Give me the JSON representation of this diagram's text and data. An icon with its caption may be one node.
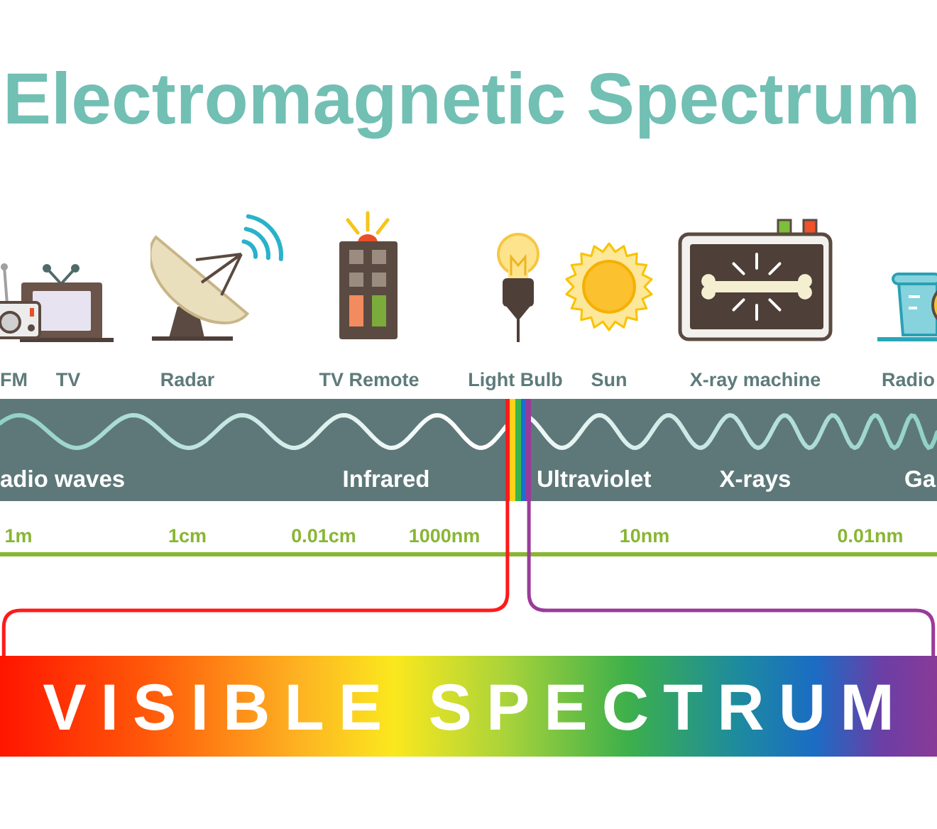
{
  "diagram": {
    "title": "Electromagnetic Spectrum",
    "nodes": [
      {
        "text": [
          "adio waves",
          "Infrared",
          "Ultraviolet",
          "X-rays",
          "Ga"
        ]
      },
      {
        "text": [],
        "shape": "bar",
        "in": 0
      },
      {
        "text": [
          "VISIBLE SPECTRUM"
        ]
      }
    ],
    "edges": [
      {
        "from": 1,
        "to": 2,
        "arrow": "none",
        "color": "#ff1a1a"
      },
      {
        "from": 1,
        "to": 2,
        "arrow": "none",
        "color": "#9b3a9b"
      }
    ],
    "labels": [
      "FM",
      "TV",
      "Radar",
      "TV Remote",
      "Light Bulb",
      "Sun",
      "X-ray machine",
      "Radio",
      "1m",
      "1cm",
      "0.01cm",
      "1000nm",
      "10nm",
      "0.01nm"
    ]
  }
}
